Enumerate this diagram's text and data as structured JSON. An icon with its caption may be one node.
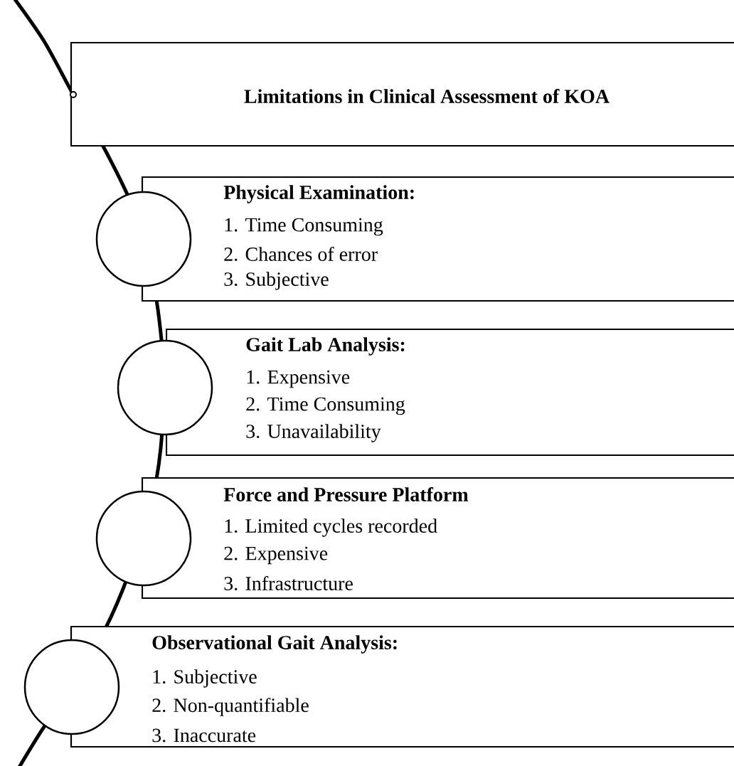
{
  "diagram": {
    "nodes": [
      {
        "text": [
          "Limitations in Clinical Assessment of KOA"
        ]
      },
      {
        "text": [
          "Physical Examination:",
          "1. Time Consuming",
          "2. Chances of error",
          "3. Subjective"
        ]
      },
      {
        "text": [
          "Gait Lab Analysis:",
          "1. Expensive",
          "2. Time Consuming",
          "3. Unavailability"
        ]
      },
      {
        "text": [
          "Force and Pressure Platform",
          "1. Limited cycles recorded",
          "2. Expensive",
          "3. Infrastructure"
        ]
      },
      {
        "text": [
          "Observational Gait Analysis:",
          "1. Subjective",
          "2. Non-quantifiable",
          "3. Inaccurate"
        ]
      },
      {
        "text": [],
        "shape": "circle"
      },
      {
        "text": [],
        "shape": "circle"
      },
      {
        "text": [],
        "shape": "circle"
      },
      {
        "text": [],
        "shape": "circle"
      }
    ]
  }
}
